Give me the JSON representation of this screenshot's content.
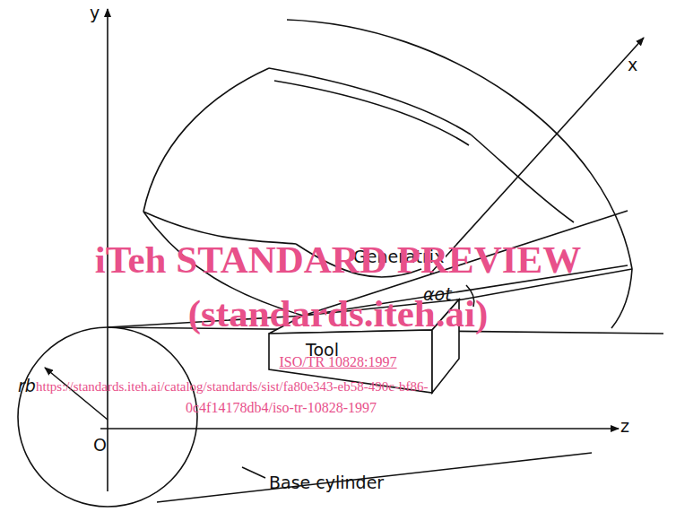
{
  "diagram": {
    "nodes": [
      {
        "text": [
          "Tool"
        ]
      }
    ],
    "labels": [
      "y",
      "x",
      "iTeh STANDARD PREVIEW",
      "Generatrix",
      "αot",
      "(standards.iteh.ai)",
      "rb",
      "ISO/TR 10828:1997",
      "https://standards.iteh.ai/catalog/standards/sist/fa80e343-eb58-490c-bf86-",
      "0c4f14178db4/iso-tr-10828-1997",
      "O",
      "z",
      "Base cylinder"
    ]
  }
}
